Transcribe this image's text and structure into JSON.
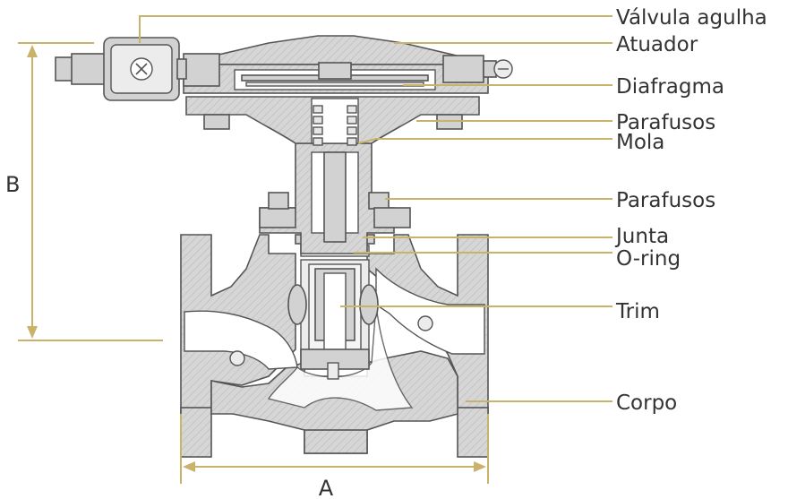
{
  "labels": {
    "needle_valve": "Válvula agulha",
    "actuator": "Atuador",
    "diaphragm": "Diafragma",
    "bolts_top": "Parafusos",
    "spring": "Mola",
    "bolts_bonnet": "Parafusos",
    "gasket": "Junta",
    "oring": "O-ring",
    "trim": "Trim",
    "body": "Corpo"
  },
  "dimensions": {
    "height": "B",
    "width": "A"
  },
  "colors": {
    "leader": "#c9b26a",
    "text": "#333333",
    "outline": "#555555",
    "fill": "#d4d4d4"
  }
}
